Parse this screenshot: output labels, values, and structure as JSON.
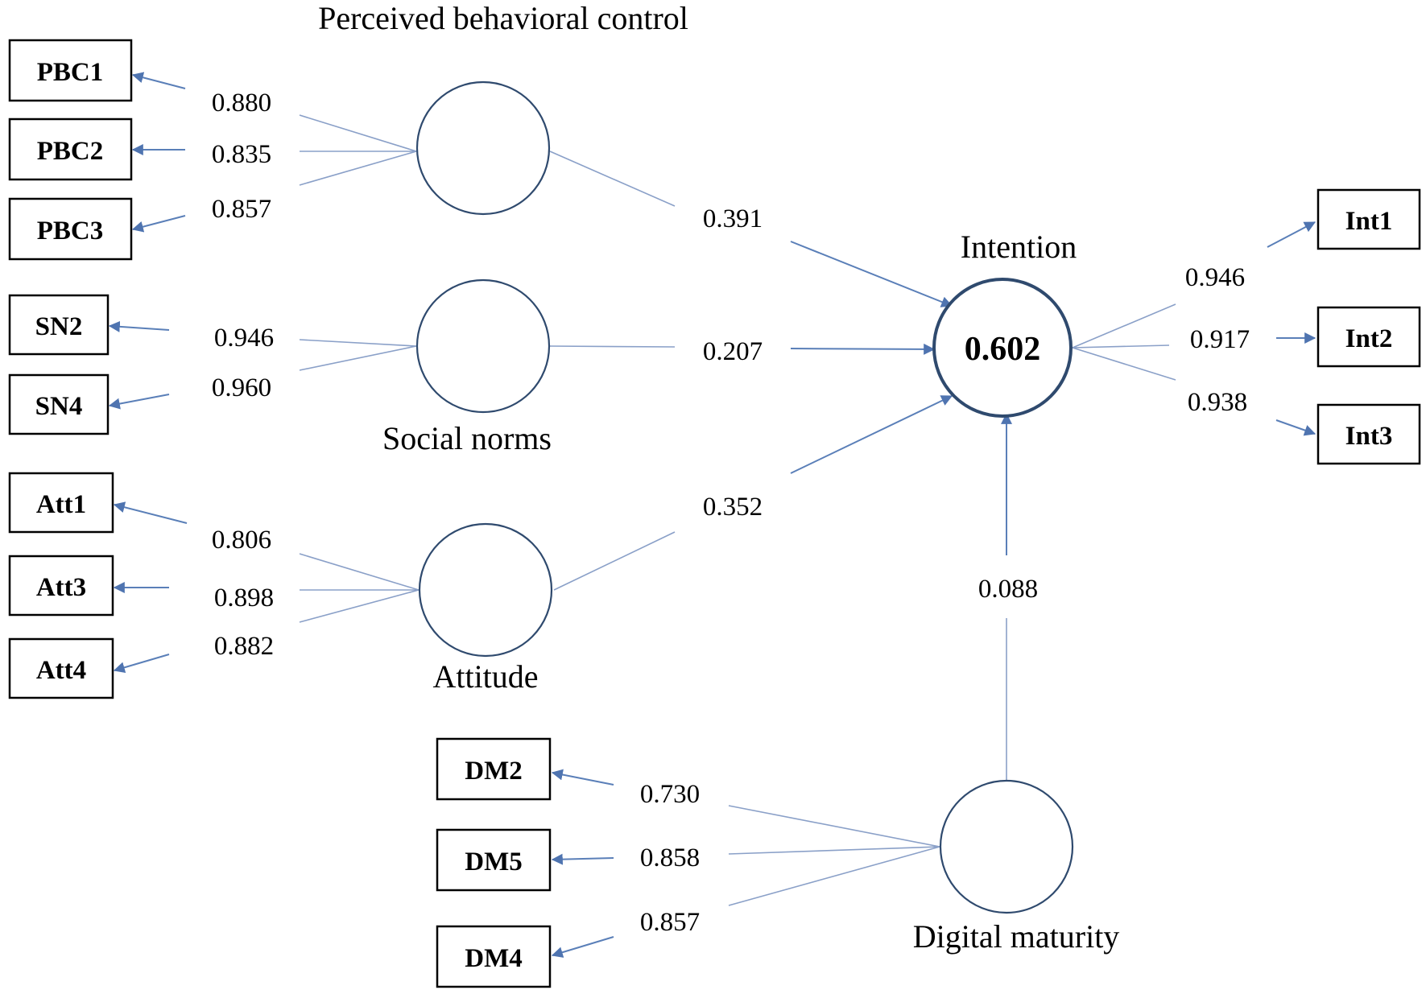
{
  "latents": {
    "pbc": {
      "label": "Perceived behavioral control"
    },
    "sn": {
      "label": "Social norms"
    },
    "att": {
      "label": "Attitude"
    },
    "int": {
      "label": "Intention",
      "r2": "0.602"
    },
    "dm": {
      "label": "Digital maturity"
    }
  },
  "indicators": {
    "pbc1": "PBC1",
    "pbc2": "PBC2",
    "pbc3": "PBC3",
    "sn2": "SN2",
    "sn4": "SN4",
    "att1": "Att1",
    "att3": "Att3",
    "att4": "Att4",
    "dm2": "DM2",
    "dm5": "DM5",
    "dm4": "DM4",
    "int1": "Int1",
    "int2": "Int2",
    "int3": "Int3"
  },
  "loadings": {
    "pbc1": "0.880",
    "pbc2": "0.835",
    "pbc3": "0.857",
    "sn2": "0.946",
    "sn4": "0.960",
    "att1": "0.806",
    "att3": "0.898",
    "att4": "0.882",
    "dm2": "0.730",
    "dm5": "0.858",
    "dm4": "0.857",
    "int1": "0.946",
    "int2": "0.917",
    "int3": "0.938"
  },
  "paths": {
    "pbc_int": "0.391",
    "sn_int": "0.207",
    "att_int": "0.352",
    "dm_int": "0.088"
  },
  "colors": {
    "arrow": "#5a7fb8",
    "line": "#8aa0c8",
    "circle": "#2f4a6e"
  }
}
